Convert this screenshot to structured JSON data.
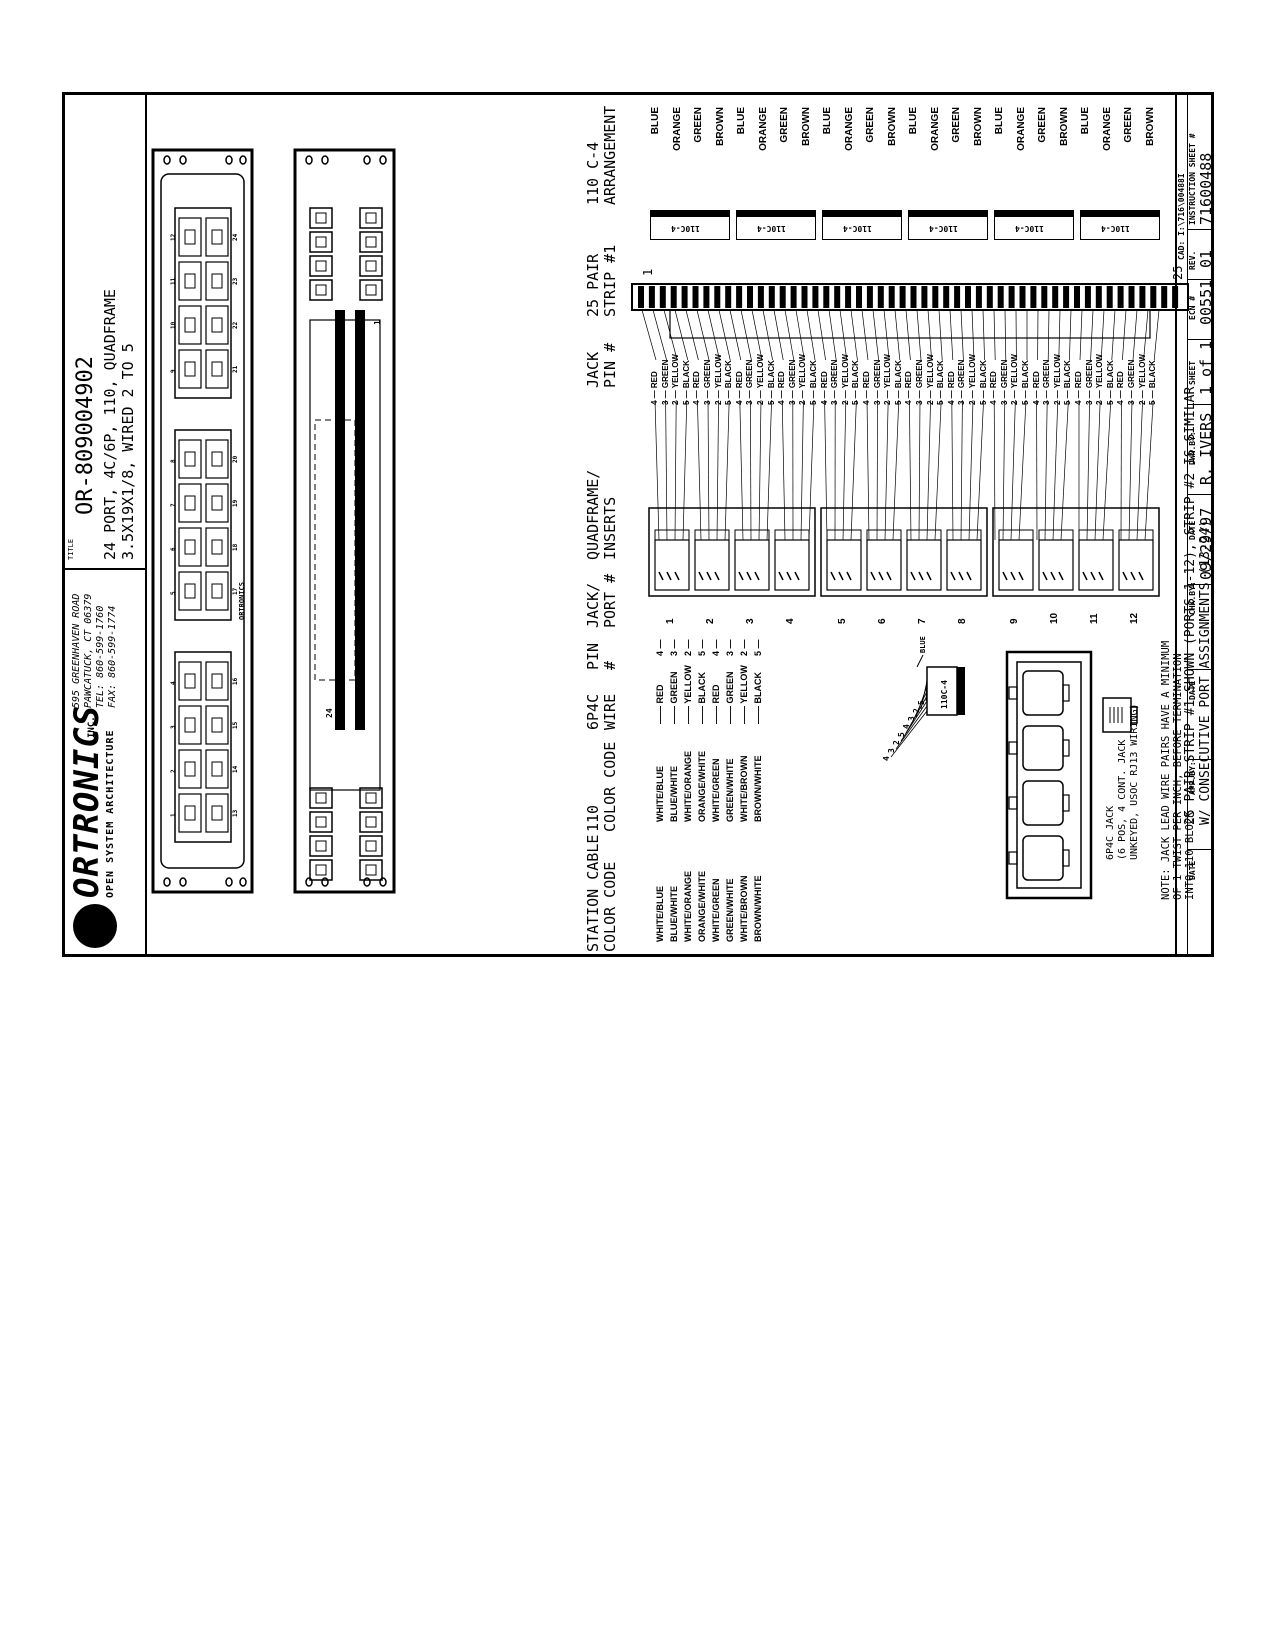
{
  "company": {
    "name": "ORTRONICS",
    "suffix": "INC.",
    "tagline": "OPEN SYSTEM ARCHITECTURE",
    "address": [
      "595 GREENHAVEN ROAD",
      "PAWCATUCK, CT 06379",
      "TEL: 860-599-1760",
      "FAX: 860-599-1774"
    ]
  },
  "title_block": {
    "title_label": "TITLE",
    "part_number": "OR-809004902",
    "desc_line1": "24 PORT, 4C/6P, 110, QUADFRAME",
    "desc_line2": "3.5X19X1/8, WIRED 2 TO 5"
  },
  "panel": {
    "center_label": "ORTRONICS",
    "ports_row1": [
      "1",
      "2",
      "3",
      "4",
      "5",
      "6",
      "7",
      "8",
      "9",
      "10",
      "11",
      "12"
    ],
    "ports_row2": [
      "13",
      "14",
      "15",
      "16",
      "17",
      "18",
      "19",
      "20",
      "21",
      "22",
      "23",
      "24"
    ],
    "rear_label_24": "24",
    "rear_label_1": "1"
  },
  "headers": {
    "arrangement": [
      "110 C-4",
      "ARRANGEMENT"
    ],
    "strip": [
      "25 PAIR",
      "STRIP #1"
    ],
    "jack_pin": [
      "JACK",
      "PIN #"
    ],
    "quadframe": [
      "QUADFRAME/",
      "INSERTS"
    ],
    "jack_port": [
      "JACK/",
      "PORT #"
    ],
    "pin": [
      "PIN",
      "#"
    ],
    "wire": [
      "6P4C",
      "WIRE"
    ],
    "color110": [
      "110",
      "COLOR CODE"
    ],
    "station": [
      "STATION CABLE",
      "COLOR CODE"
    ]
  },
  "arrangement_colors": [
    "BLUE",
    "ORANGE",
    "GREEN",
    "BROWN",
    "BLUE",
    "ORANGE",
    "GREEN",
    "BROWN",
    "BLUE",
    "ORANGE",
    "GREEN",
    "BROWN",
    "BLUE",
    "ORANGE",
    "GREEN",
    "BROWN",
    "BLUE",
    "ORANGE",
    "GREEN",
    "BROWN",
    "BLUE",
    "ORANGE",
    "GREEN",
    "BROWN"
  ],
  "block_label": "110C-4",
  "strip_end_labels": {
    "right": "1",
    "left": "25"
  },
  "jack_pins": [
    {
      "pin": "4",
      "color": "RED"
    },
    {
      "pin": "3",
      "color": "GREEN"
    },
    {
      "pin": "2",
      "color": "YELLOW"
    },
    {
      "pin": "5",
      "color": "BLACK"
    },
    {
      "pin": "4",
      "color": "RED"
    },
    {
      "pin": "3",
      "color": "GREEN"
    },
    {
      "pin": "2",
      "color": "YELLOW"
    },
    {
      "pin": "5",
      "color": "BLACK"
    },
    {
      "pin": "4",
      "color": "RED"
    },
    {
      "pin": "3",
      "color": "GREEN"
    },
    {
      "pin": "2",
      "color": "YELLOW"
    },
    {
      "pin": "5",
      "color": "BLACK"
    },
    {
      "pin": "4",
      "color": "RED"
    },
    {
      "pin": "3",
      "color": "GREEN"
    },
    {
      "pin": "2",
      "color": "YELLOW"
    },
    {
      "pin": "5",
      "color": "BLACK"
    },
    {
      "pin": "4",
      "color": "RED"
    },
    {
      "pin": "3",
      "color": "GREEN"
    },
    {
      "pin": "2",
      "color": "YELLOW"
    },
    {
      "pin": "5",
      "color": "BLACK"
    },
    {
      "pin": "4",
      "color": "RED"
    },
    {
      "pin": "3",
      "color": "GREEN"
    },
    {
      "pin": "2",
      "color": "YELLOW"
    },
    {
      "pin": "5",
      "color": "BLACK"
    },
    {
      "pin": "4",
      "color": "RED"
    },
    {
      "pin": "3",
      "color": "GREEN"
    },
    {
      "pin": "2",
      "color": "YELLOW"
    },
    {
      "pin": "5",
      "color": "BLACK"
    },
    {
      "pin": "4",
      "color": "RED"
    },
    {
      "pin": "3",
      "color": "GREEN"
    },
    {
      "pin": "2",
      "color": "YELLOW"
    },
    {
      "pin": "5",
      "color": "BLACK"
    },
    {
      "pin": "4",
      "color": "RED"
    },
    {
      "pin": "3",
      "color": "GREEN"
    },
    {
      "pin": "2",
      "color": "YELLOW"
    },
    {
      "pin": "5",
      "color": "BLACK"
    },
    {
      "pin": "4",
      "color": "RED"
    },
    {
      "pin": "3",
      "color": "GREEN"
    },
    {
      "pin": "2",
      "color": "YELLOW"
    },
    {
      "pin": "5",
      "color": "BLACK"
    },
    {
      "pin": "4",
      "color": "RED"
    },
    {
      "pin": "3",
      "color": "GREEN"
    },
    {
      "pin": "2",
      "color": "YELLOW"
    },
    {
      "pin": "5",
      "color": "BLACK"
    },
    {
      "pin": "4",
      "color": "RED"
    },
    {
      "pin": "3",
      "color": "GREEN"
    },
    {
      "pin": "2",
      "color": "YELLOW"
    },
    {
      "pin": "5",
      "color": "BLACK"
    }
  ],
  "jack_ports": [
    "1",
    "2",
    "3",
    "4",
    "5",
    "6",
    "7",
    "8",
    "9",
    "10",
    "11",
    "12"
  ],
  "color_code_table": [
    {
      "pin": "4",
      "wire": "RED",
      "c110": "WHITE/BLUE",
      "station": "WHITE/BLUE"
    },
    {
      "pin": "3",
      "wire": "GREEN",
      "c110": "BLUE/WHITE",
      "station": "BLUE/WHITE"
    },
    {
      "pin": "2",
      "wire": "YELLOW",
      "c110": "WHITE/ORANGE",
      "station": "WHITE/ORANGE"
    },
    {
      "pin": "5",
      "wire": "BLACK",
      "c110": "ORANGE/WHITE",
      "station": "ORANGE/WHITE"
    },
    {
      "pin": "4",
      "wire": "RED",
      "c110": "WHITE/GREEN",
      "station": "WHITE/GREEN"
    },
    {
      "pin": "3",
      "wire": "GREEN",
      "c110": "GREEN/WHITE",
      "station": "GREEN/WHITE"
    },
    {
      "pin": "2",
      "wire": "YELLOW",
      "c110": "WHITE/BROWN",
      "station": "WHITE/BROWN"
    },
    {
      "pin": "5",
      "wire": "BLACK",
      "c110": "BROWN/WHITE",
      "station": "BROWN/WHITE"
    }
  ],
  "mini_block": {
    "label": "110C-4",
    "pins": [
      "4",
      "3",
      "2",
      "5",
      "4",
      "3",
      "2",
      "5"
    ],
    "blue_label": "BLUE"
  },
  "jack_detail": [
    "6P4C JACK",
    "(6 POS, 4 CONT. JACK",
    "UNKEYED, USOC RJ13 WIRING)"
  ],
  "note": [
    "NOTE: JACK LEAD WIRE PAIRS HAVE A MINIMUM",
    "OF 1 TWIST PER INCH, BEFORE TERMINATION",
    "INTO 110 BLOCK"
  ],
  "strip_note": [
    "25 PAIR STRIP #1 SHOWN (PORTS 1-12), STRIP #2 IS SIMILAR",
    "W/ CONSECUTIVE PORT ASSIGNMENTS (13-24)"
  ],
  "footer": {
    "cad": "CAD: I:\\716\\00488I",
    "instruction_label": "INSTRUCTION SHEET #",
    "instruction_value": "71600488",
    "rev_label": "REV.",
    "rev_value": "01",
    "ecn_label": "ECN #",
    "ecn_value": "00551",
    "sheet_label": "SHEET",
    "sheet_value": "1 of 1",
    "dwn_label": "DWN.BY:",
    "dwn_value": "R. IVERS",
    "date_label": "DATE",
    "date_value": "09/29/97",
    "chk_label": "CHK.BY:",
    "date2_label": "DATE",
    "app_label": "APP.BY:",
    "date3_label": "DATE"
  }
}
